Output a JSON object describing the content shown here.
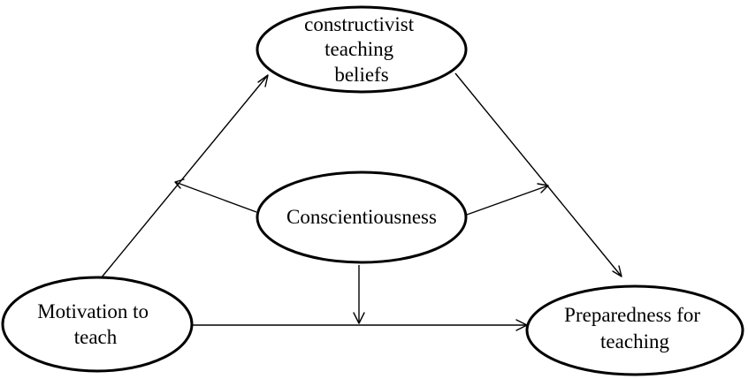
{
  "nodes": {
    "constructivist_beliefs": {
      "lines": [
        "constructivist",
        "teaching",
        "beliefs"
      ]
    },
    "conscientiousness": {
      "lines": [
        "Conscientiousness"
      ]
    },
    "motivation": {
      "lines": [
        "Motivation to",
        "teach"
      ]
    },
    "preparedness": {
      "lines": [
        "Preparedness for",
        "teaching"
      ]
    }
  },
  "edges": [
    {
      "from": "motivation",
      "to": "constructivist_beliefs"
    },
    {
      "from": "constructivist_beliefs",
      "to": "preparedness"
    },
    {
      "from": "motivation",
      "to": "preparedness"
    },
    {
      "from": "conscientiousness",
      "to": "motivation→constructivist_beliefs path"
    },
    {
      "from": "conscientiousness",
      "to": "constructivist_beliefs→preparedness path"
    },
    {
      "from": "conscientiousness",
      "to": "motivation→preparedness path"
    }
  ],
  "colors": {
    "stroke": "#000000",
    "background": "#ffffff"
  }
}
